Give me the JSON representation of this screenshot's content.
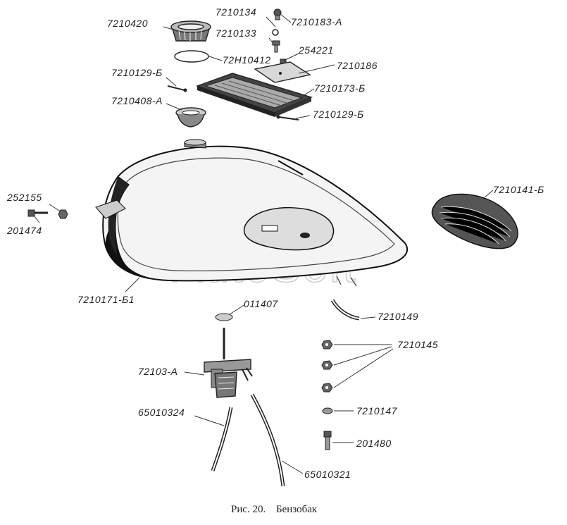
{
  "figure": {
    "caption_number": "Рис. 20.",
    "caption_title": "Бензобак",
    "watermark": "AutoSoft",
    "labels": [
      "7210420",
      "7210134",
      "7210183-А",
      "7210133",
      "72Н10412",
      "254221",
      "7210186",
      "7210129-Б",
      "7210173-Б",
      "7210408-А",
      "7210129-Б",
      "252155",
      "201474",
      "7210141-Б",
      "7210171-Б1",
      "011407",
      "7210149",
      "7210145",
      "72103-А",
      "65010324",
      "7210147",
      "201480",
      "65010321"
    ]
  }
}
